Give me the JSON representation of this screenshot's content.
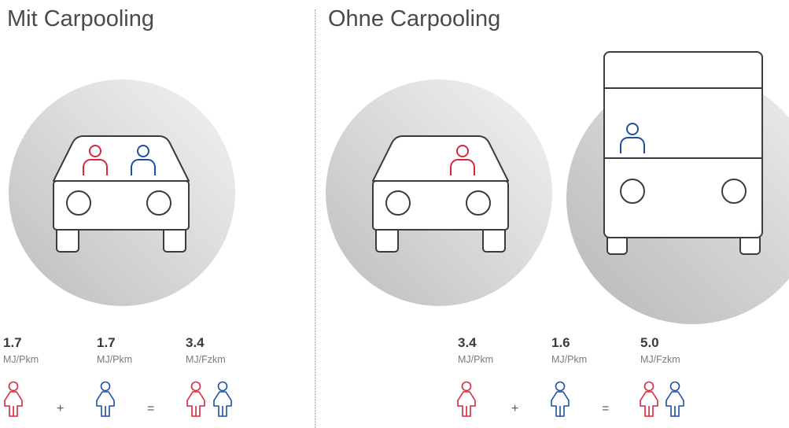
{
  "left": {
    "title": "Mit Carpooling",
    "stats": [
      {
        "value": "1.7",
        "unit": "MJ/Pkm"
      },
      {
        "value": "1.7",
        "unit": "MJ/Pkm"
      },
      {
        "value": "3.4",
        "unit": "MJ/Fzkm"
      }
    ],
    "operators": [
      "+",
      "="
    ]
  },
  "right": {
    "title": "Ohne Carpooling",
    "stats": [
      {
        "value": "3.4",
        "unit": "MJ/Pkm"
      },
      {
        "value": "1.6",
        "unit": "MJ/Pkm"
      },
      {
        "value": "5.0",
        "unit": "MJ/Fzkm"
      }
    ],
    "operators": [
      "+",
      "="
    ]
  },
  "colors": {
    "person_a": "#d6283b",
    "person_b": "#1e4fa0",
    "outline": "#3c3c3c"
  }
}
